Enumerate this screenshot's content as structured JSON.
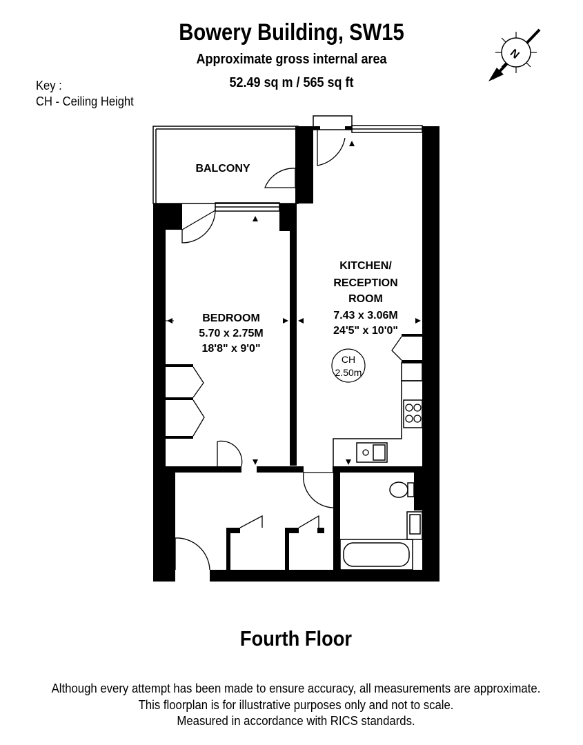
{
  "header": {
    "title": "Bowery Building, SW15",
    "subtitle": "Approximate gross internal area",
    "area": "52.49 sq m / 565 sq ft"
  },
  "key": {
    "heading": "Key :",
    "items": [
      "CH - Ceiling Height"
    ]
  },
  "compass": {
    "letter": "N",
    "icon": "north-arrow-icon"
  },
  "rooms": {
    "balcony": {
      "name": "BALCONY"
    },
    "bedroom": {
      "name": "BEDROOM",
      "metric": "5.70 x 2.75M",
      "imperial": "18'8\" x 9'0\""
    },
    "kitchen": {
      "name_line1": "KITCHEN/",
      "name_line2": "RECEPTION",
      "name_line3": "ROOM",
      "metric": "7.43 x 3.06M",
      "imperial": "24'5\" x 10'0\""
    }
  },
  "ceiling_height": {
    "label": "CH",
    "value": "2.50m"
  },
  "floor_label": "Fourth Floor",
  "disclaimer": [
    "Although every attempt has been made to ensure accuracy, all measurements are approximate.",
    "This floorplan is for illustrative purposes only and not to scale.",
    "Measured in accordance with RICS standards."
  ],
  "colors": {
    "wall": "#000000",
    "background": "#ffffff",
    "line": "#000000"
  }
}
